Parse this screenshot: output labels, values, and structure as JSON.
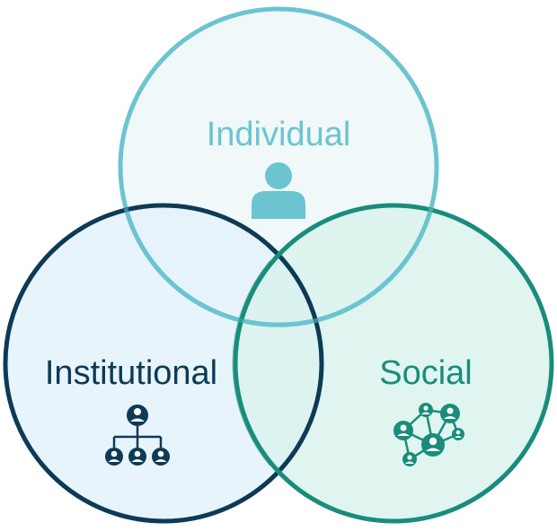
{
  "diagram": {
    "sets": [
      {
        "label": "Individual",
        "icon": "person-icon",
        "stroke_color": "#6cc4d0",
        "fill_color": "#eef7f8",
        "text_color": "#6cc4d0"
      },
      {
        "label": "Institutional",
        "icon": "org-chart-icon",
        "stroke_color": "#0d3a56",
        "fill_color": "#e9f4fb",
        "text_color": "#0d3a56"
      },
      {
        "label": "Social",
        "icon": "network-icon",
        "stroke_color": "#1a8c7c",
        "fill_color": "#def5ef",
        "text_color": "#1a8c7c"
      }
    ]
  }
}
